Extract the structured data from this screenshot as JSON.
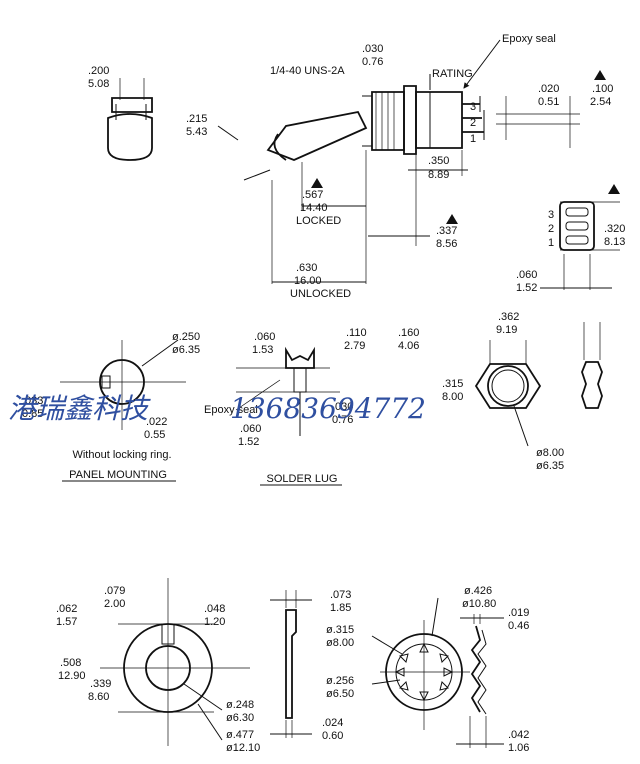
{
  "labels": {
    "epoxy_seal_top": "Epoxy seal",
    "thread": "1/4-40 UNS-2A",
    "rating": "RATING",
    "pins": [
      "3",
      "2",
      "1"
    ],
    "pins_side": [
      "3",
      "2",
      "1"
    ],
    "epoxy_seal_lug": "Epoxy seal",
    "without_locking_ring": "Without locking ring.",
    "panel_mounting": "PANEL MOUNTING",
    "solder_lug": "SOLDER LUG",
    "locked": "LOCKED",
    "unlocked": "UNLOCKED"
  },
  "watermark": {
    "company": "港瑞鑫科技",
    "phone": "13683694772",
    "color": "#2f4fa0"
  },
  "dims": {
    "d200": [
      ".200",
      "5.08"
    ],
    "d030": [
      ".030",
      "0.76"
    ],
    "d215": [
      ".215",
      "5.43"
    ],
    "d020": [
      ".020",
      "0.51"
    ],
    "d100": [
      ".100",
      "2.54"
    ],
    "d567": [
      ".567",
      "14.40"
    ],
    "d350": [
      ".350",
      "8.89"
    ],
    "d337": [
      ".337",
      "8.56"
    ],
    "d630": [
      ".630",
      "16.00"
    ],
    "d060a": [
      ".060",
      "1.52"
    ],
    "d320": [
      ".320",
      "8.13"
    ],
    "d250": [
      "ø.250",
      "ø6.35"
    ],
    "d060b": [
      ".060",
      "1.53"
    ],
    "d110": [
      ".110",
      "2.79"
    ],
    "d160": [
      ".160",
      "4.06"
    ],
    "d033": [
      ".033",
      "0.85"
    ],
    "d022": [
      ".022",
      "0.55"
    ],
    "d030b": [
      ".030",
      "0.76"
    ],
    "d060c": [
      ".060",
      "1.52"
    ],
    "d362": [
      ".362",
      "9.19"
    ],
    "d315a": [
      ".315",
      "8.00"
    ],
    "d800": [
      "ø8.00",
      "ø6.35"
    ],
    "d079": [
      ".079",
      "2.00"
    ],
    "d062": [
      ".062",
      "1.57"
    ],
    "d048": [
      ".048",
      "1.20"
    ],
    "d508": [
      ".508",
      "12.90"
    ],
    "d339": [
      ".339",
      "8.60"
    ],
    "d248": [
      "ø.248",
      "ø6.30"
    ],
    "d477": [
      "ø.477",
      "ø12.10"
    ],
    "d073": [
      ".073",
      "1.85"
    ],
    "d024": [
      ".024",
      "0.60"
    ],
    "d315b": [
      "ø.315",
      "ø8.00"
    ],
    "d256": [
      "ø.256",
      "ø6.50"
    ],
    "d426": [
      "ø.426",
      "ø10.80"
    ],
    "d019": [
      ".019",
      "0.46"
    ],
    "d042": [
      ".042",
      "1.06"
    ]
  }
}
